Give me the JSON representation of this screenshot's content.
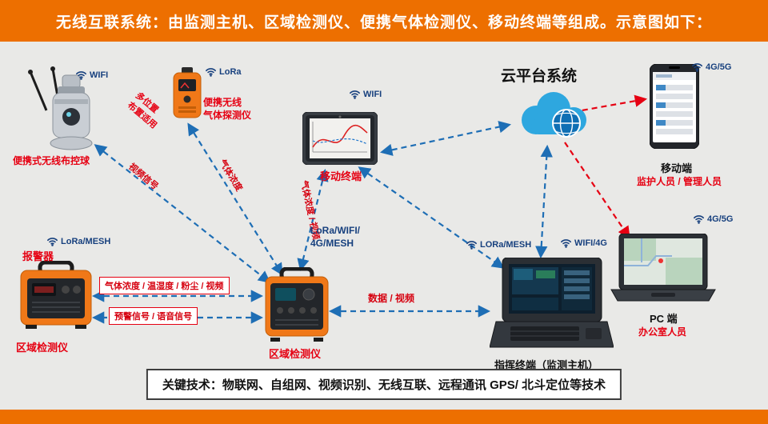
{
  "banner": {
    "title": "无线互联系统：由监测主机、区域检测仪、便携气体检测仪、移动终端等组成。示意图如下："
  },
  "cloud": {
    "title": "云平台系统"
  },
  "devices": {
    "control_ball": {
      "label": "便携式无线布控球",
      "radio": "WIFI"
    },
    "gas_detector": {
      "label1": "便携无线",
      "label2": "气体探测仪",
      "note1": "多位置",
      "note2": "布置适用",
      "radio": "LoRa"
    },
    "tablet": {
      "label": "移动终端",
      "radio": "WIFI"
    },
    "phone": {
      "label": "移动端",
      "sub": "监护人员 / 管理人员",
      "radio": "4G/5G"
    },
    "alarm": {
      "label": "报警器",
      "radio": "LoRa/MESH"
    },
    "left_detector": {
      "label": "区域检测仪"
    },
    "center_detector": {
      "label": "区域检测仪"
    },
    "command": {
      "label": "指挥终端（监测主机）",
      "radio_left": "LORa/MESH",
      "radio_right": "WIFI/4G"
    },
    "pc": {
      "label": "PC 端",
      "sub": "办公室人员",
      "radio": "4G/5G"
    }
  },
  "links": {
    "video": "视频信号",
    "gas": "气体浓度",
    "gas_video": "气体浓度 / 视频",
    "mesh1": "LoRa/WIFI/",
    "mesh2": "4G/MESH",
    "sensors": "气体浓度 / 温湿度 / 粉尘 / 视频",
    "warning": "预警信号 / 语音信号",
    "data_video": "数据 / 视频"
  },
  "footer": {
    "tech": "关键技术：物联网、自组网、视频识别、无线互联、远程通讯 GPS/ 北斗定位等技术"
  },
  "colors": {
    "accent_orange": "#ED6F00",
    "red": "#E60012",
    "arrow_blue": "#1E6EB5",
    "navy": "#17407E"
  }
}
